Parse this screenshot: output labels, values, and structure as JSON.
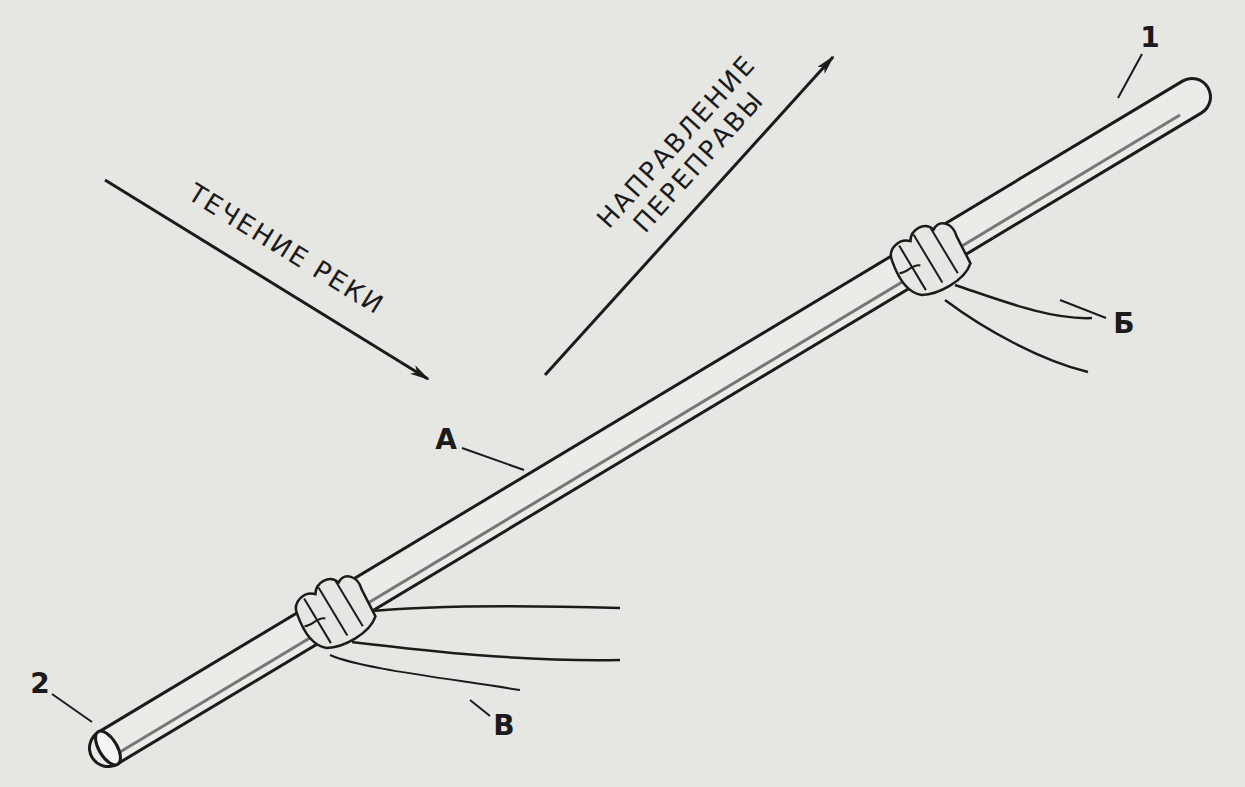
{
  "diagram": {
    "labels": [
      "ТЕЧЕНИЕ РЕКИ",
      "НАПРАВЛЕНИЕ ПЕРЕПРАВЫ",
      "1",
      "2",
      "А",
      "Б",
      "В"
    ]
  }
}
